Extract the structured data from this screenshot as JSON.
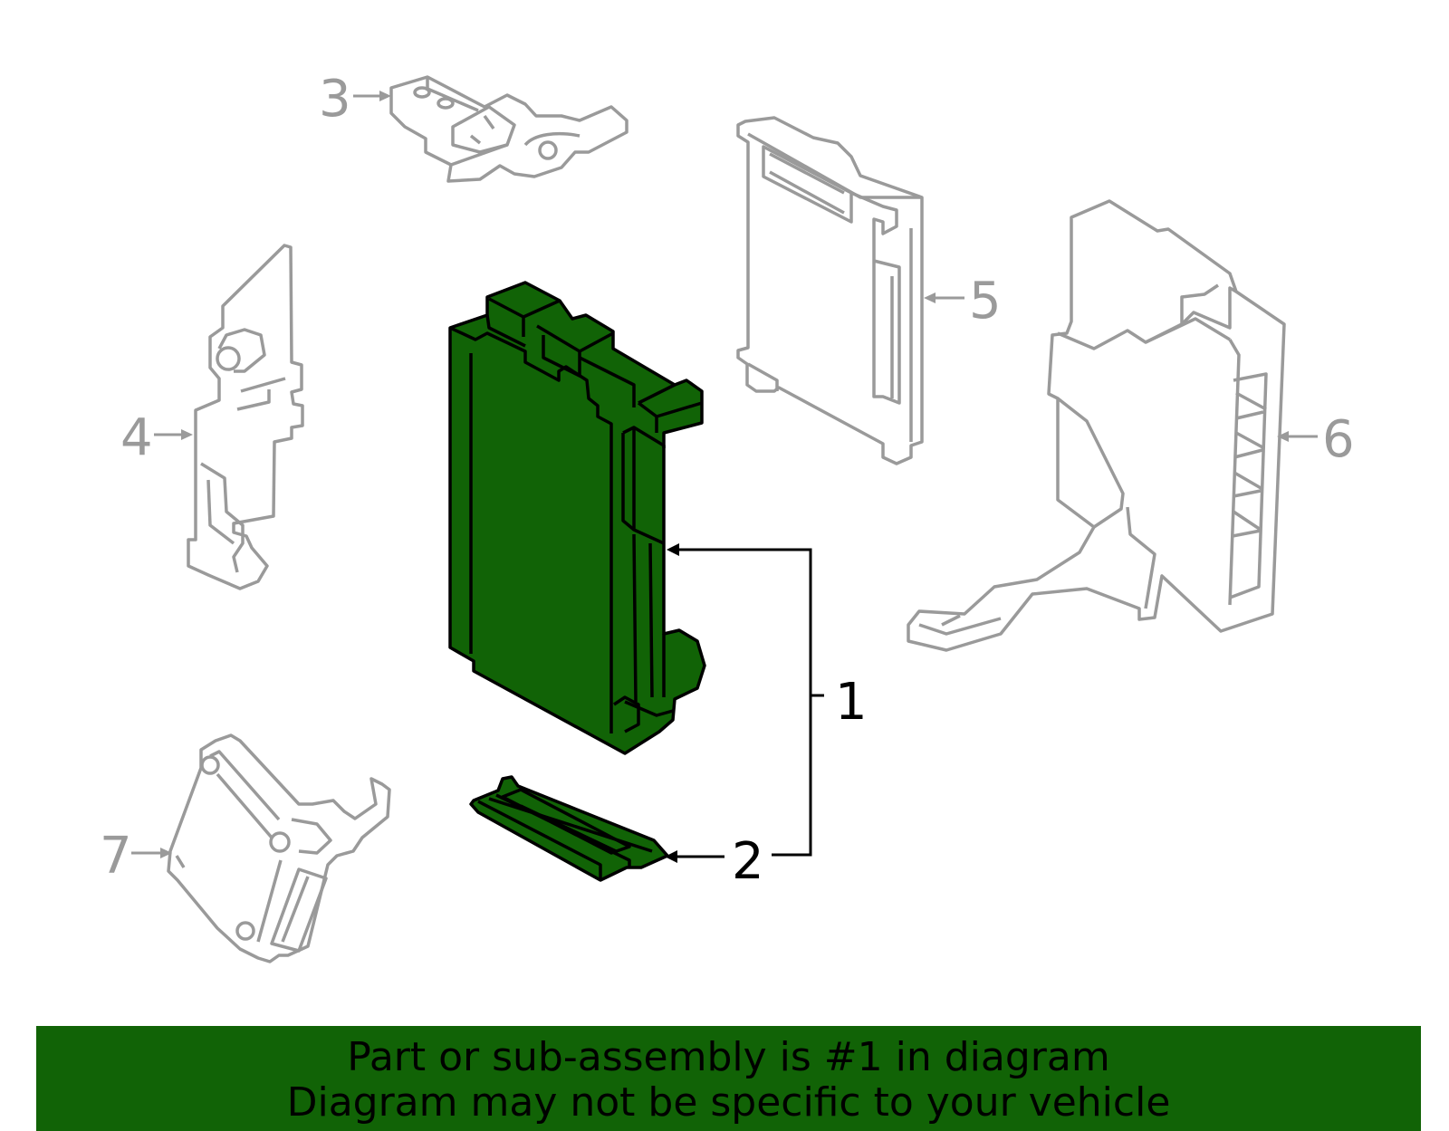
{
  "colors": {
    "highlight": "#116306",
    "outline": "#000000",
    "ghost": "#9a9a9a",
    "banner": "#116306"
  },
  "callouts": {
    "c1": "1",
    "c2": "2",
    "c3": "3",
    "c4": "4",
    "c5": "5",
    "c6": "6",
    "c7": "7"
  },
  "banner": {
    "line1": "Part or sub-assembly is #1 in diagram",
    "line2": "Diagram may not be specific to your vehicle"
  }
}
